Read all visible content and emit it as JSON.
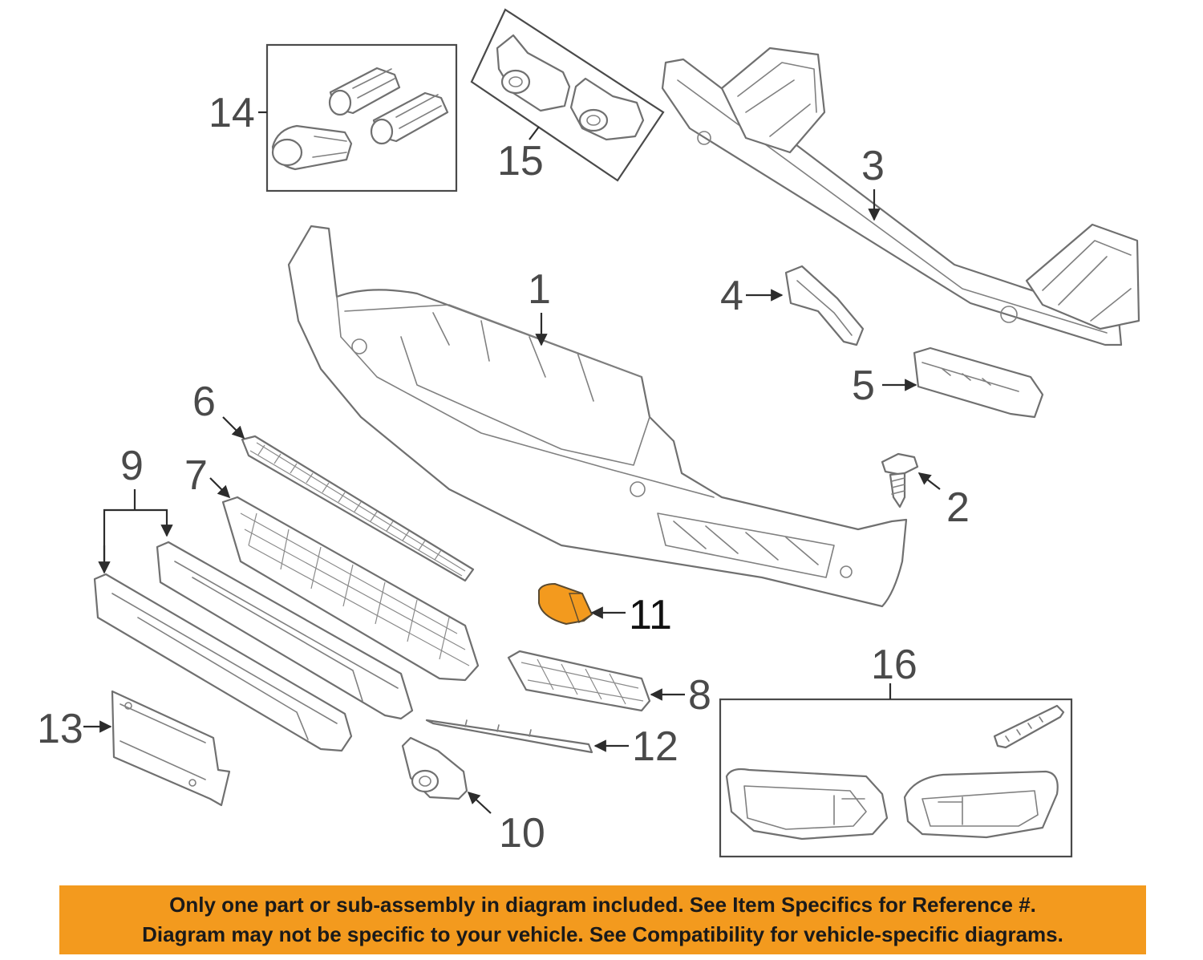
{
  "diagram": {
    "callouts": {
      "c1": "1",
      "c2": "2",
      "c3": "3",
      "c4": "4",
      "c5": "5",
      "c6": "6",
      "c7": "7",
      "c8": "8",
      "c9": "9",
      "c10": "10",
      "c11": "11",
      "c12": "12",
      "c13": "13",
      "c14": "14",
      "c15": "15",
      "c16": "16"
    },
    "highlight_color": "#f39a1e",
    "selected_part": "11"
  },
  "banner": {
    "background": "#f39a1e",
    "line1": "Only one part or sub-assembly in diagram included. See Item Specifics for Reference #.",
    "line2": "Diagram may not be specific to your vehicle. See Compatibility for vehicle-specific diagrams."
  }
}
